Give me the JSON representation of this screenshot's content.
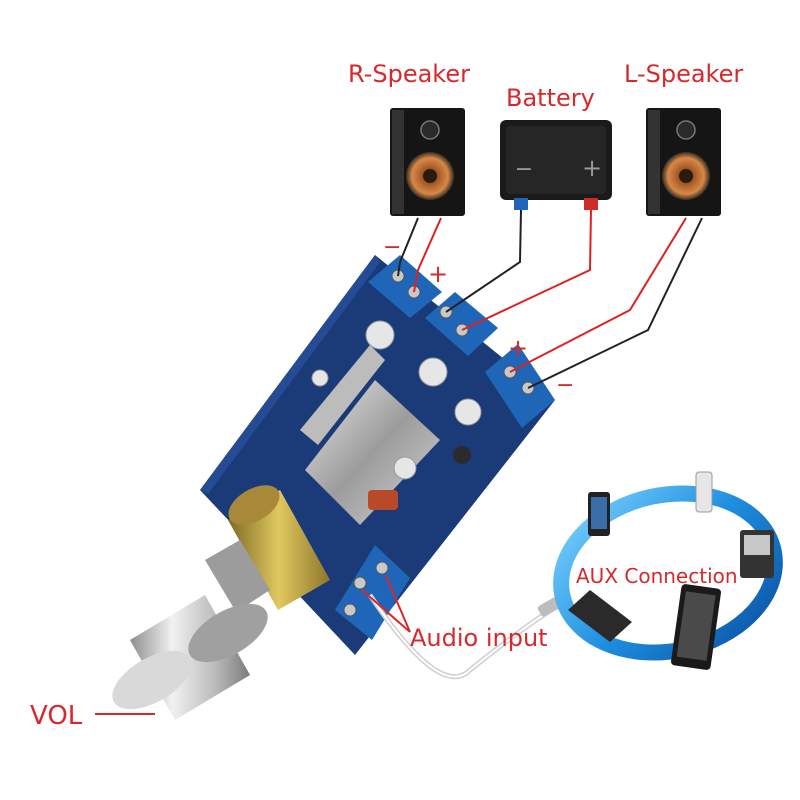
{
  "labels": {
    "r_speaker": "R-Speaker",
    "battery": "Battery",
    "l_speaker": "L-Speaker",
    "vol": "VOL",
    "audio_input": "Audio input",
    "aux_connection": "AUX Connection",
    "plus": "+",
    "minus": "−"
  },
  "battery_terminals": {
    "negative": "−",
    "positive": "+"
  },
  "colors": {
    "label": "#d8282c",
    "pcb": "#1b3a78",
    "terminal_block": "#1f66b8",
    "speaker_cabinet": "#151515",
    "speaker_cone": "#c9743a",
    "wire_red": "#e02020",
    "wire_black": "#222222",
    "aux_ring": "#1e8fe0",
    "pot_brass": "#b89a3a",
    "knob_metal": "#cfcfcf"
  }
}
